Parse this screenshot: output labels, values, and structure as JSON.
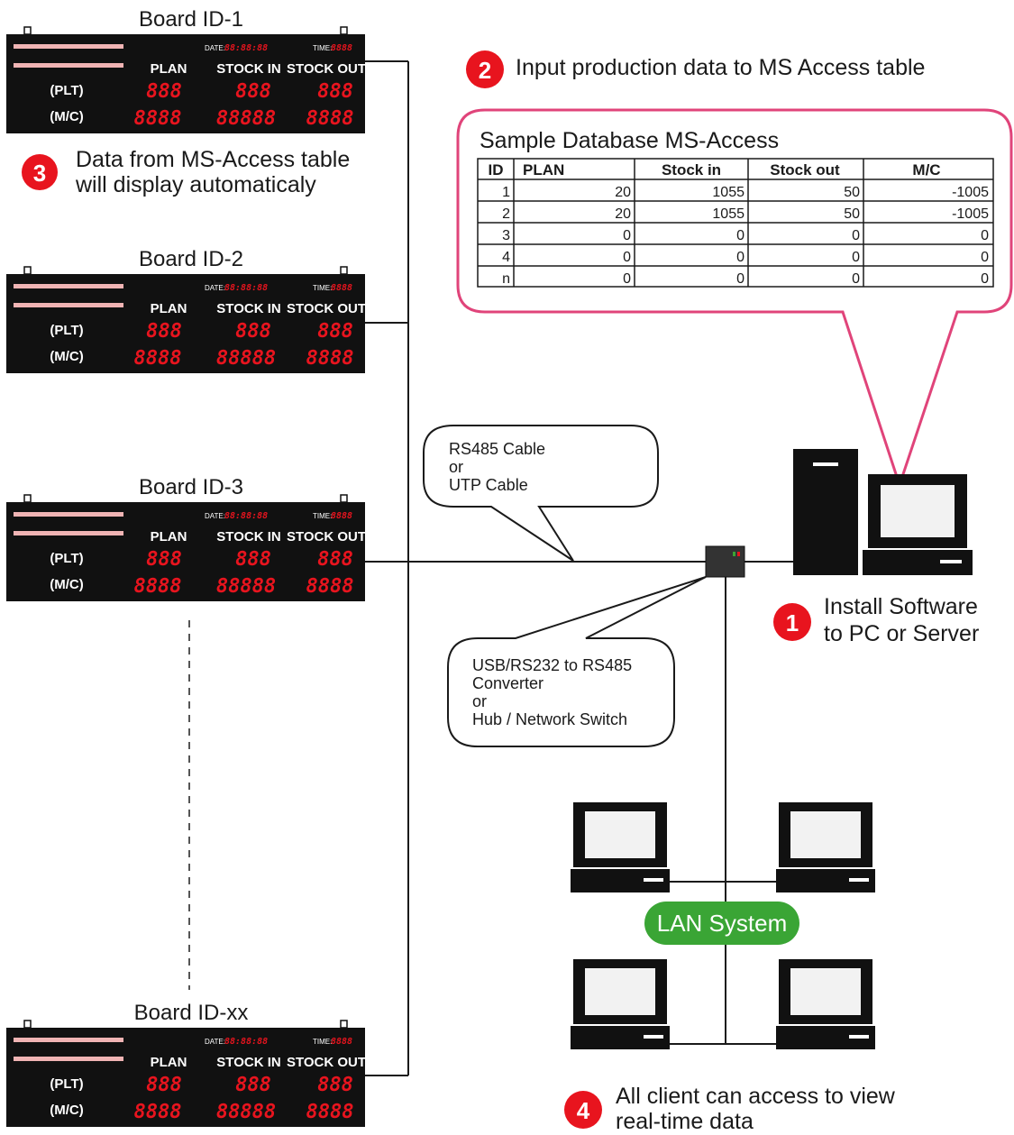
{
  "boards": [
    {
      "id_label": "Board ID-1"
    },
    {
      "id_label": "Board ID-2"
    },
    {
      "id_label": "Board ID-3"
    },
    {
      "id_label": "Board ID-xx"
    }
  ],
  "board_face": {
    "date_label": "DATE:",
    "date_digits": "88:88:88",
    "time_label": "TIME:",
    "time_digits": "8888",
    "col_plan": "PLAN",
    "col_stock_in": "STOCK IN",
    "col_stock_out": "STOCK OUT",
    "row_plt": "(PLT)",
    "row_mc": "(M/C)",
    "plt_plan": "888",
    "plt_in": "888",
    "plt_out": "888",
    "mc_plan": "8888",
    "mc_in": "88888",
    "mc_out": "8888"
  },
  "steps": {
    "step1_num": "1",
    "step1_line1": "Install Software",
    "step1_line2": "to PC or Server",
    "step2_num": "2",
    "step2_text": "Input production data to MS Access table",
    "step3_num": "3",
    "step3_line1": "Data from MS-Access table",
    "step3_line2": "will display automaticaly",
    "step4_num": "4",
    "step4_line1": "All client can access to view",
    "step4_line2": "real-time data"
  },
  "cable_bubble": {
    "line1": "RS485 Cable",
    "line2": "or",
    "line3": "UTP Cable"
  },
  "converter_bubble": {
    "line1": "USB/RS232 to RS485",
    "line2": "Converter",
    "line3": "or",
    "line4": "Hub / Network Switch"
  },
  "lan_label": "LAN System",
  "database": {
    "title": "Sample Database MS-Access",
    "headers": [
      "ID",
      "PLAN",
      "Stock in",
      "Stock out",
      "M/C"
    ],
    "rows": [
      [
        "1",
        "20",
        "1055",
        "50",
        "-1005"
      ],
      [
        "2",
        "20",
        "1055",
        "50",
        "-1005"
      ],
      [
        "3",
        "0",
        "0",
        "0",
        "0"
      ],
      [
        "4",
        "0",
        "0",
        "0",
        "0"
      ],
      [
        "n",
        "0",
        "0",
        "0",
        "0"
      ]
    ]
  },
  "colors": {
    "board_bg": "#111111",
    "led_red": "#e8141e",
    "step_red": "#e8141e",
    "callout_pink": "#e0447a",
    "lan_green": "#3aa535"
  }
}
